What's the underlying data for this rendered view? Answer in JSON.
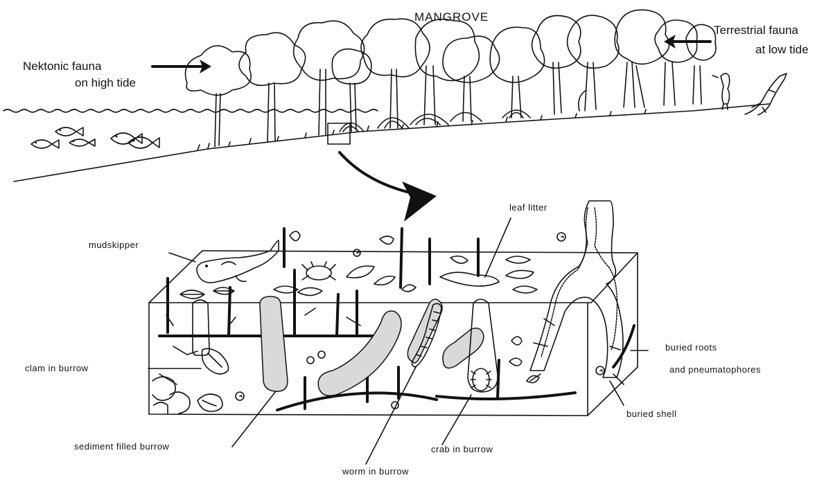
{
  "title": "MANGROVE",
  "labels": {
    "nektonic": [
      "Nektonic fauna",
      "on high tide"
    ],
    "terrestrial": [
      "Terrestrial fauna",
      "at low tide"
    ],
    "leaf_litter": "leaf litter",
    "mudskipper": "mudskipper",
    "clam": "clam  in  burrow",
    "buried_roots": [
      "buried roots",
      "and pneumatophores"
    ],
    "buried_shell": "buried shell",
    "sediment_burrow": "sediment filled burrow",
    "crab_burrow": "crab  in  burrow",
    "worm_burrow": "worm  in  burrow"
  },
  "icons": [
    "tree-icon",
    "fish-icon",
    "bird-icon",
    "lizard-icon",
    "arrow-icon",
    "crab-icon",
    "mudskipper-icon",
    "clam-icon",
    "shell-icon",
    "leaf-icon",
    "root-icon"
  ]
}
